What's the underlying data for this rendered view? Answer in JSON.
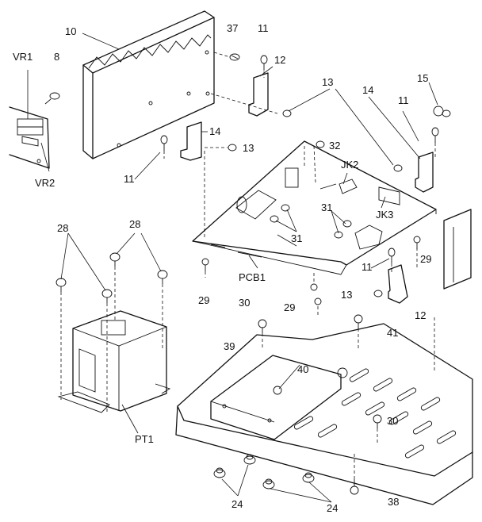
{
  "labels": {
    "l10": "10",
    "l37": "37",
    "l11a": "11",
    "l12a": "12",
    "l13a": "13",
    "l14a": "14",
    "l15": "15",
    "l11b": "11",
    "lvr1": "VR1",
    "l8": "8",
    "lvr2": "VR2",
    "l11c": "11",
    "l14b": "14",
    "l13b": "13",
    "l32": "32",
    "ljk2": "JK2",
    "ljk3": "JK3",
    "l31a": "31",
    "l31b": "31",
    "l29a": "29",
    "l28a": "28",
    "l28b": "28",
    "lpcb": "PCB1",
    "l29b": "29",
    "l11d": "11",
    "l13c": "13",
    "l29c": "29",
    "l30a": "30",
    "l12b": "12",
    "l41": "41",
    "l39": "39",
    "l40": "40",
    "lpt": "PT1",
    "l30b": "30",
    "l24a": "24",
    "l24b": "24",
    "l38": "38"
  }
}
